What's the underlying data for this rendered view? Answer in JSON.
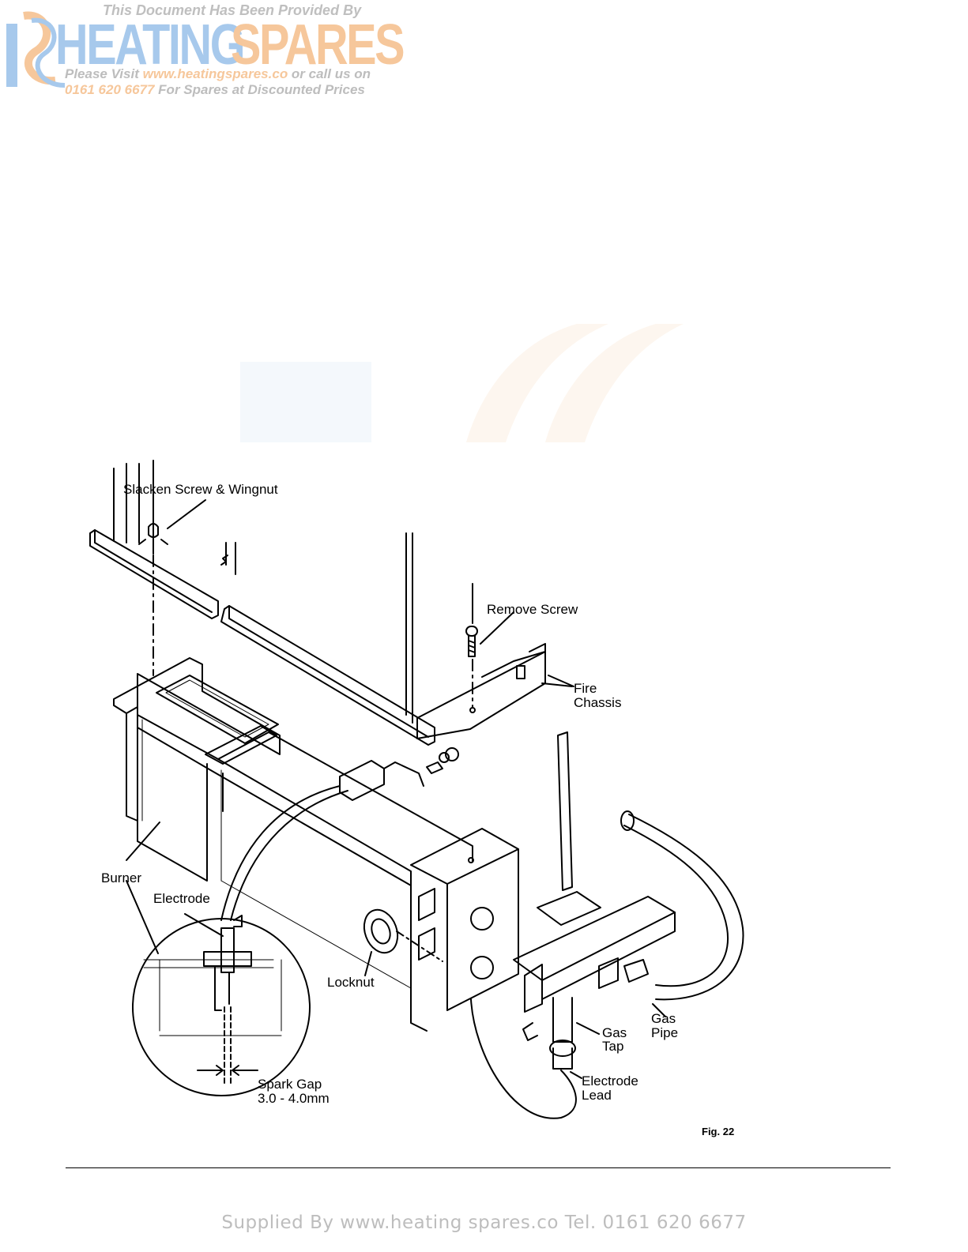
{
  "watermark": {
    "provided_by": "This Document Has Been Provided By",
    "logo_heating": "HEATING",
    "logo_spares": "SPARES",
    "visit_prefix": "Please Visit ",
    "visit_url": "www.heatingspares.co",
    "visit_suffix": " or call us on",
    "phone": "0161 620 6677",
    "phone_suffix": " For Spares at Discounted Prices",
    "colors": {
      "grey": "#bdbdbd",
      "blue": "#a7c9ec",
      "orange": "#f6c79b"
    }
  },
  "diagram": {
    "labels": {
      "slacken": "Slacken  Screw  &  Wingnut",
      "remove_screw": "Remove  Screw",
      "fire": "Fire",
      "chassis": "Chassis",
      "burner": "Burner",
      "electrode": "Electrode",
      "locknut": "Locknut",
      "gas_tap_1": "Gas",
      "gas_tap_2": "Tap",
      "gas_pipe_1": "Gas",
      "gas_pipe_2": "Pipe",
      "electrode_lead_1": "Electrode",
      "electrode_lead_2": "Lead",
      "spark_gap_1": "Spark  Gap",
      "spark_gap_2": "3.0  -  4.0mm",
      "figure": "Fig. 22"
    }
  },
  "footer": {
    "text": "Supplied By www.heating spares.co  Tel. 0161 620 6677"
  }
}
